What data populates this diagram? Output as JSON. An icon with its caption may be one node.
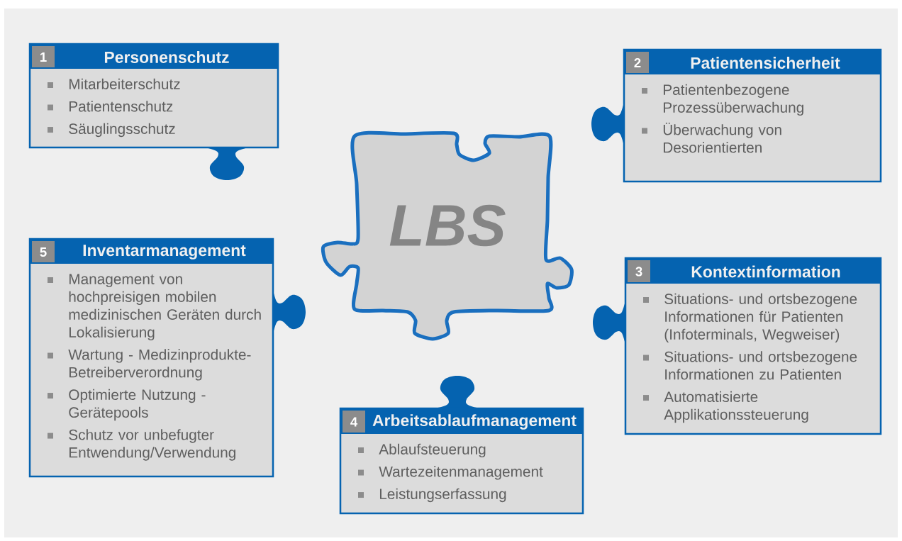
{
  "diagram": {
    "nodes": [
      {
        "text": [
          "1",
          "Personenschutz",
          "Mitarbeiterschutz",
          "Patientenschutz",
          "Säuglingsschutz"
        ]
      },
      {
        "text": [
          "2",
          "Patientensicherheit",
          "Patientenbezogene Prozessüberwachung",
          "Überwachung von Desorientierten"
        ]
      },
      {
        "text": [
          "LBS"
        ]
      },
      {
        "text": [
          "5",
          "Inventarmanagement",
          "Management von hochpreisigen mobilen medizinischen Geräten durch Lokalisierung",
          "Wartung - Medizinprodukte-Betreiberverordnung",
          "Optimierte Nutzung - Gerätepools",
          "Schutz vor unbefugter Entwendung/Verwendung"
        ]
      },
      {
        "text": [
          "3",
          "Kontextinformation",
          "Situations- und ortsbezogene Informationen für Patienten (Infoterminals, Wegweiser)",
          "Situations- und ortsbezogene Informationen zu Patienten",
          "Automatisierte Applikationssteuerung"
        ]
      },
      {
        "text": [
          "4",
          "Arbeitsablaufmanagement",
          "Ablaufsteuerung",
          "Wartezeitenmanagement",
          "Leistungserfassung"
        ]
      }
    ],
    "edges": []
  }
}
